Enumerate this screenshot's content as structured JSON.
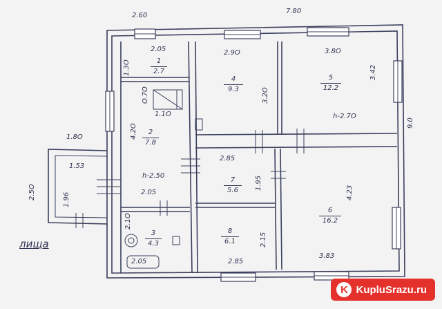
{
  "dimensions": {
    "top_left_width": "2.60",
    "top_total_width": "7.80",
    "right_height": "9.0",
    "porch_width": "1.8O",
    "porch_height": "2.5O"
  },
  "rooms": [
    {
      "number": "1",
      "area": "2.7",
      "width": "2.05",
      "height": "1.3O"
    },
    {
      "number": "2",
      "area": "7.8",
      "height": "4.2O",
      "ceiling": "h-2.50",
      "bottom_width": "2.05"
    },
    {
      "number": "3",
      "area": "4.3",
      "height": "2.1O",
      "fixture": "2.05"
    },
    {
      "number": "4",
      "area": "9.3",
      "width": "2.9O",
      "height": "3.2O"
    },
    {
      "number": "5",
      "area": "12.2",
      "width": "3.8O",
      "height": "3.42",
      "ceiling": "h-2.7O"
    },
    {
      "number": "6",
      "area": "16.2",
      "height": "4.23",
      "bottom_width": "3.83"
    },
    {
      "number": "7",
      "area": "5.6",
      "width": "2.85",
      "height": "1.95"
    },
    {
      "number": "8",
      "area": "6.1",
      "height": "2.15",
      "bottom_width": "2.85"
    }
  ],
  "porch": {
    "width": "1.53",
    "height": "1.96"
  },
  "stair": {
    "width": "1.1O",
    "height": "O.7O"
  },
  "signature": "лища",
  "watermark": {
    "text": "KupluSrazu.ru",
    "icon": "K"
  }
}
